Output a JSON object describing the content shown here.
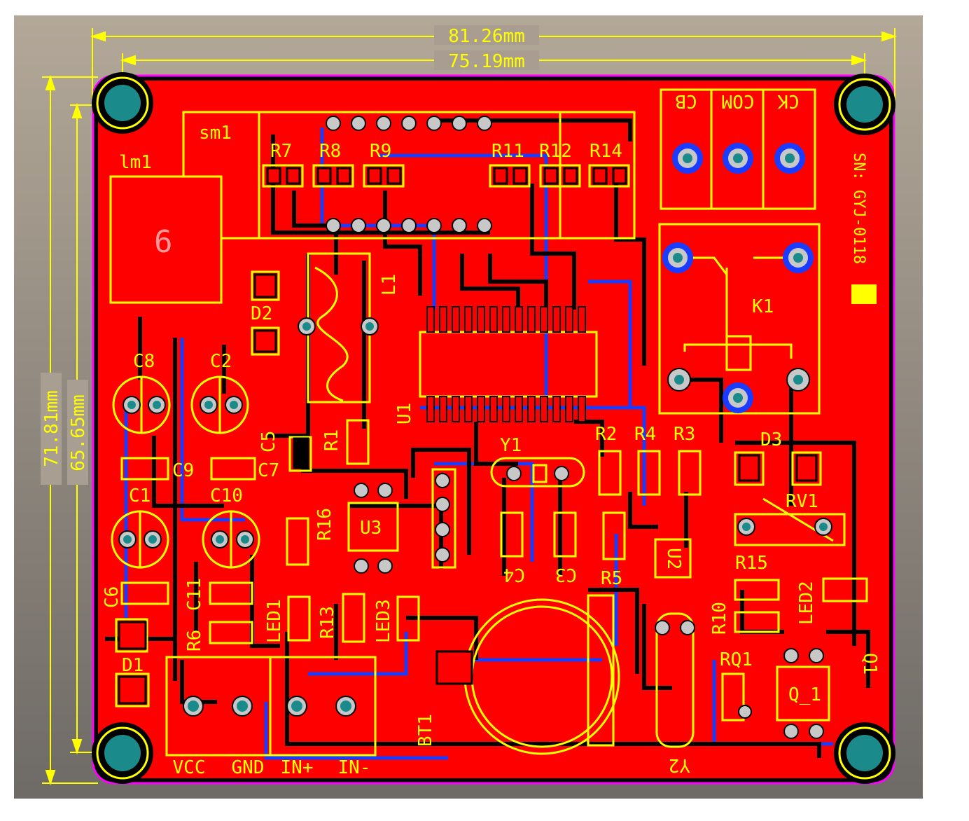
{
  "colors": {
    "background": "#a59a8e",
    "board": "#ff0000",
    "outline": "#ff00ff",
    "silkscreen": "#ffff00",
    "pad": "#c8c8c8",
    "via_hole": "#1b8a8a",
    "bottom_trace": "#1a3cff",
    "clearance": "#000000"
  },
  "dimensions": {
    "width_outer": "81.26mm",
    "width_inner": "75.19mm",
    "height_outer": "71.81mm",
    "height_inner": "65.65mm"
  },
  "serial": "SN: GYJ-0118",
  "terminals": {
    "relay_terminal": [
      "CB",
      "COM",
      "CK"
    ],
    "power": [
      "VCC",
      "GND"
    ],
    "input": [
      "IN+",
      "IN-"
    ]
  },
  "designators": {
    "sm1": "sm1",
    "lm1": "lm1",
    "lm1_digit": "6",
    "R7": "R7",
    "R8": "R8",
    "R9": "R9",
    "R11": "R11",
    "R12": "R12",
    "R14": "R14",
    "L1": "L1",
    "D2": "D2",
    "C8": "C8",
    "C2": "C2",
    "C5": "C5",
    "R1": "R1",
    "U1": "U1",
    "K1": "K1",
    "C9": "C9",
    "C7": "C7",
    "C1": "C1",
    "C10": "C10",
    "R16": "R16",
    "U3": "U3",
    "Y1": "Y1",
    "R2": "R2",
    "R4": "R4",
    "R3": "R3",
    "D3": "D3",
    "RV1": "RV1",
    "C4": "C4",
    "C3": "C3",
    "U2": "U2",
    "R15": "R15",
    "R5": "R5",
    "LED2": "LED2",
    "C6": "C6",
    "C11": "C11",
    "R6": "R6",
    "LED1": "LED1",
    "R13": "R13",
    "LED3": "LED3",
    "R10": "R10",
    "Q1": "Q1",
    "RQ1": "RQ1",
    "Q_1": "Q_1",
    "D1": "D1",
    "BT1": "BT1",
    "Y2": "Y2"
  }
}
